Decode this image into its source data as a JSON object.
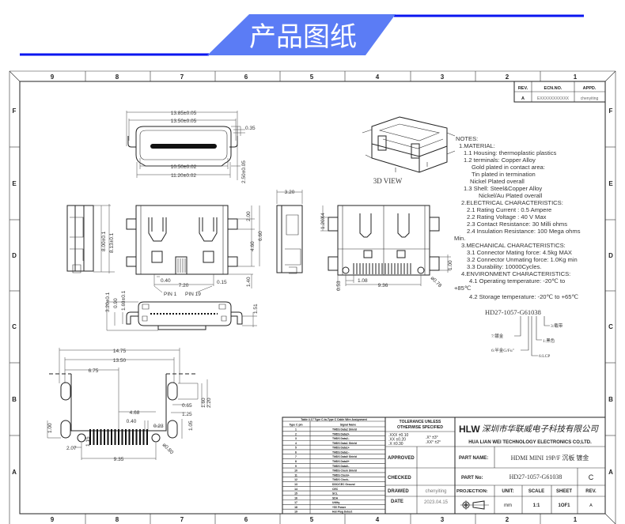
{
  "banner": {
    "title": "产品图纸",
    "accent": "#5b7cf5",
    "line_color": "#0a16f0"
  },
  "frame": {
    "columns": [
      "9",
      "8",
      "7",
      "6",
      "5",
      "4",
      "3",
      "2",
      "1"
    ],
    "rows": [
      "F",
      "E",
      "D",
      "C",
      "B",
      "A"
    ],
    "bottom_columns": [
      "9",
      "8",
      "7",
      "6",
      "5",
      "4",
      "3",
      "2",
      "1"
    ]
  },
  "rev_table": {
    "headers": [
      "REV.",
      "ECN.NO.",
      "APPD."
    ],
    "row": [
      "A",
      "EXXXXXXXXXXX",
      "chenyiting"
    ]
  },
  "front_view": {
    "dims": [
      "13.85±0.05",
      "13.50±0.05",
      "0.35",
      "10.50±0.02",
      "11.20±0.02",
      "2.50±0.05"
    ]
  },
  "iso_view": {
    "label": "3D VIEW"
  },
  "side_view_1": {
    "dims": [
      "8.00±0.1",
      "8.13±0.1"
    ]
  },
  "top_view_1": {
    "dims": [
      "2.00",
      "6.60",
      "4.60",
      "1.40",
      "0.40",
      "7.20",
      "0.15"
    ],
    "pin_labels": [
      "PIN 1",
      "PIN 19"
    ]
  },
  "bottom_view_1": {
    "dims": [
      "3.20±0.1",
      "0.90",
      "1.69±0.1",
      "1.51"
    ]
  },
  "side_view_2": {
    "dims": [
      "3.20"
    ]
  },
  "top_view_2": {
    "dims": [
      "1.20X4",
      "1.00",
      "0.53",
      "1.08",
      "9.36",
      "ø0.78"
    ]
  },
  "pcb_layout": {
    "dims": [
      "14.75",
      "13.50",
      "6.75",
      "4.68",
      "0.40",
      "0.23",
      "0.65",
      "1.25",
      "1.60",
      "2.20",
      "1.05",
      "1.00",
      "2.07",
      "1.15",
      "9.35",
      "ø0.80"
    ]
  },
  "notes": {
    "lines": [
      "NOTES:",
      "1.MATERIAL:",
      "1.1  Housing: thermoplastic plastics",
      "1.2  terminals: Copper Alloy",
      "Gold plated in contact area:",
      "Tin plated in termination",
      "Nickel Plated overall",
      "1.3  Shell: Steel&Copper Alloy",
      "Nickel/Au Plated overall",
      "2.ELECTRICAL CHARACTERISTICS:",
      "2.1  Rating Current : 0.5 Ampere",
      "2.2  Rating Voltage : 40 V Max",
      "2.3  Contact Resistance: 30 Milli ohms",
      "2.4  Insulation Resistance: 100 Mega ohms",
      "Min.",
      "3.MECHANICAL CHARACTERISTICS:",
      "3.1  Connector Mating force: 4.5kg MAX",
      "3.2  Connector Unmating force: 1.0Kg min",
      "3.3  Durability: 10000Cycles.",
      "4.ENVIRONMENT CHARACTERISTICS:",
      "4.1  Operating temperature: -20℃ to",
      "+85℃",
      "4.2  Storage temperature: -20℃ to +65℃"
    ]
  },
  "part_code": {
    "code": "HD27-1057-G61038",
    "callouts": [
      "3:载带",
      "7:镀金",
      "1:黑色",
      "6:半金G/Fu\"",
      "6:LCP"
    ]
  },
  "pin_table": {
    "title": "Table 4-17  Type C-to-Type C Cable Wire Assignment",
    "headers": [
      "Type C pin",
      "Signal Name"
    ],
    "rows": [
      [
        "1",
        "TMDS Data2 Shield"
      ],
      [
        "2",
        "TMDS Data2+"
      ],
      [
        "3",
        "TMDS Data2–"
      ],
      [
        "4",
        "TMDS Data1 Shield"
      ],
      [
        "5",
        "TMDS Data1+"
      ],
      [
        "6",
        "TMDS Data1–"
      ],
      [
        "7",
        "TMDS Data0 Shield"
      ],
      [
        "8",
        "TMDS Data0+"
      ],
      [
        "9",
        "TMDS Data0–"
      ],
      [
        "10",
        "TMDS Clock Shield"
      ],
      [
        "11",
        "TMDS Clock+"
      ],
      [
        "12",
        "TMDS Clock–"
      ],
      [
        "13",
        "DDC/CEC Ground"
      ],
      [
        "14",
        "CEC"
      ],
      [
        "15",
        "SCL"
      ],
      [
        "16",
        "SDA"
      ],
      [
        "17",
        "Utility"
      ],
      [
        "18",
        "+5V Power"
      ],
      [
        "19",
        "Hot Plug Detect"
      ]
    ]
  },
  "title_block": {
    "tolerance_title": [
      "TOLERANCE UNLESS",
      "OTHERWISE SPECIFIED"
    ],
    "tolerances": [
      ".XXX  ±0.10",
      ".XX    ±0.20",
      ".X      ±0.30"
    ],
    "angle_tolerances": [
      ".X°     ±3°",
      ".XX°   ±2°"
    ],
    "company_logo": "HLW",
    "company_cn": "深圳市华联威电子科技有限公司",
    "company_en": "HUA LIAN WEI TECHNOLOGY ELECTRONICS CO;LTD.",
    "approved_label": "APPROVED",
    "checked_label": "CHECKED",
    "drawed_label": "DRAWED",
    "drawed_value": "chenyiting",
    "date_label": "DATE",
    "date_value": "2023.04.15",
    "part_name_label": "PART NAME:",
    "part_name_value": "HDMI MINI 19P/F 沉板 镀金",
    "part_no_label": "PART No:",
    "part_no_value": "HD27-1057-G61038",
    "part_rev_letter": "C",
    "projection_label": "PROJECTION:",
    "unit_label": "UNIT:",
    "unit_value": "mm",
    "scale_label": "SCALE",
    "scale_value": "1:1",
    "sheet_label": "SHEET",
    "sheet_value": "1OF1",
    "rev_label": "REV.",
    "rev_value": "A"
  }
}
